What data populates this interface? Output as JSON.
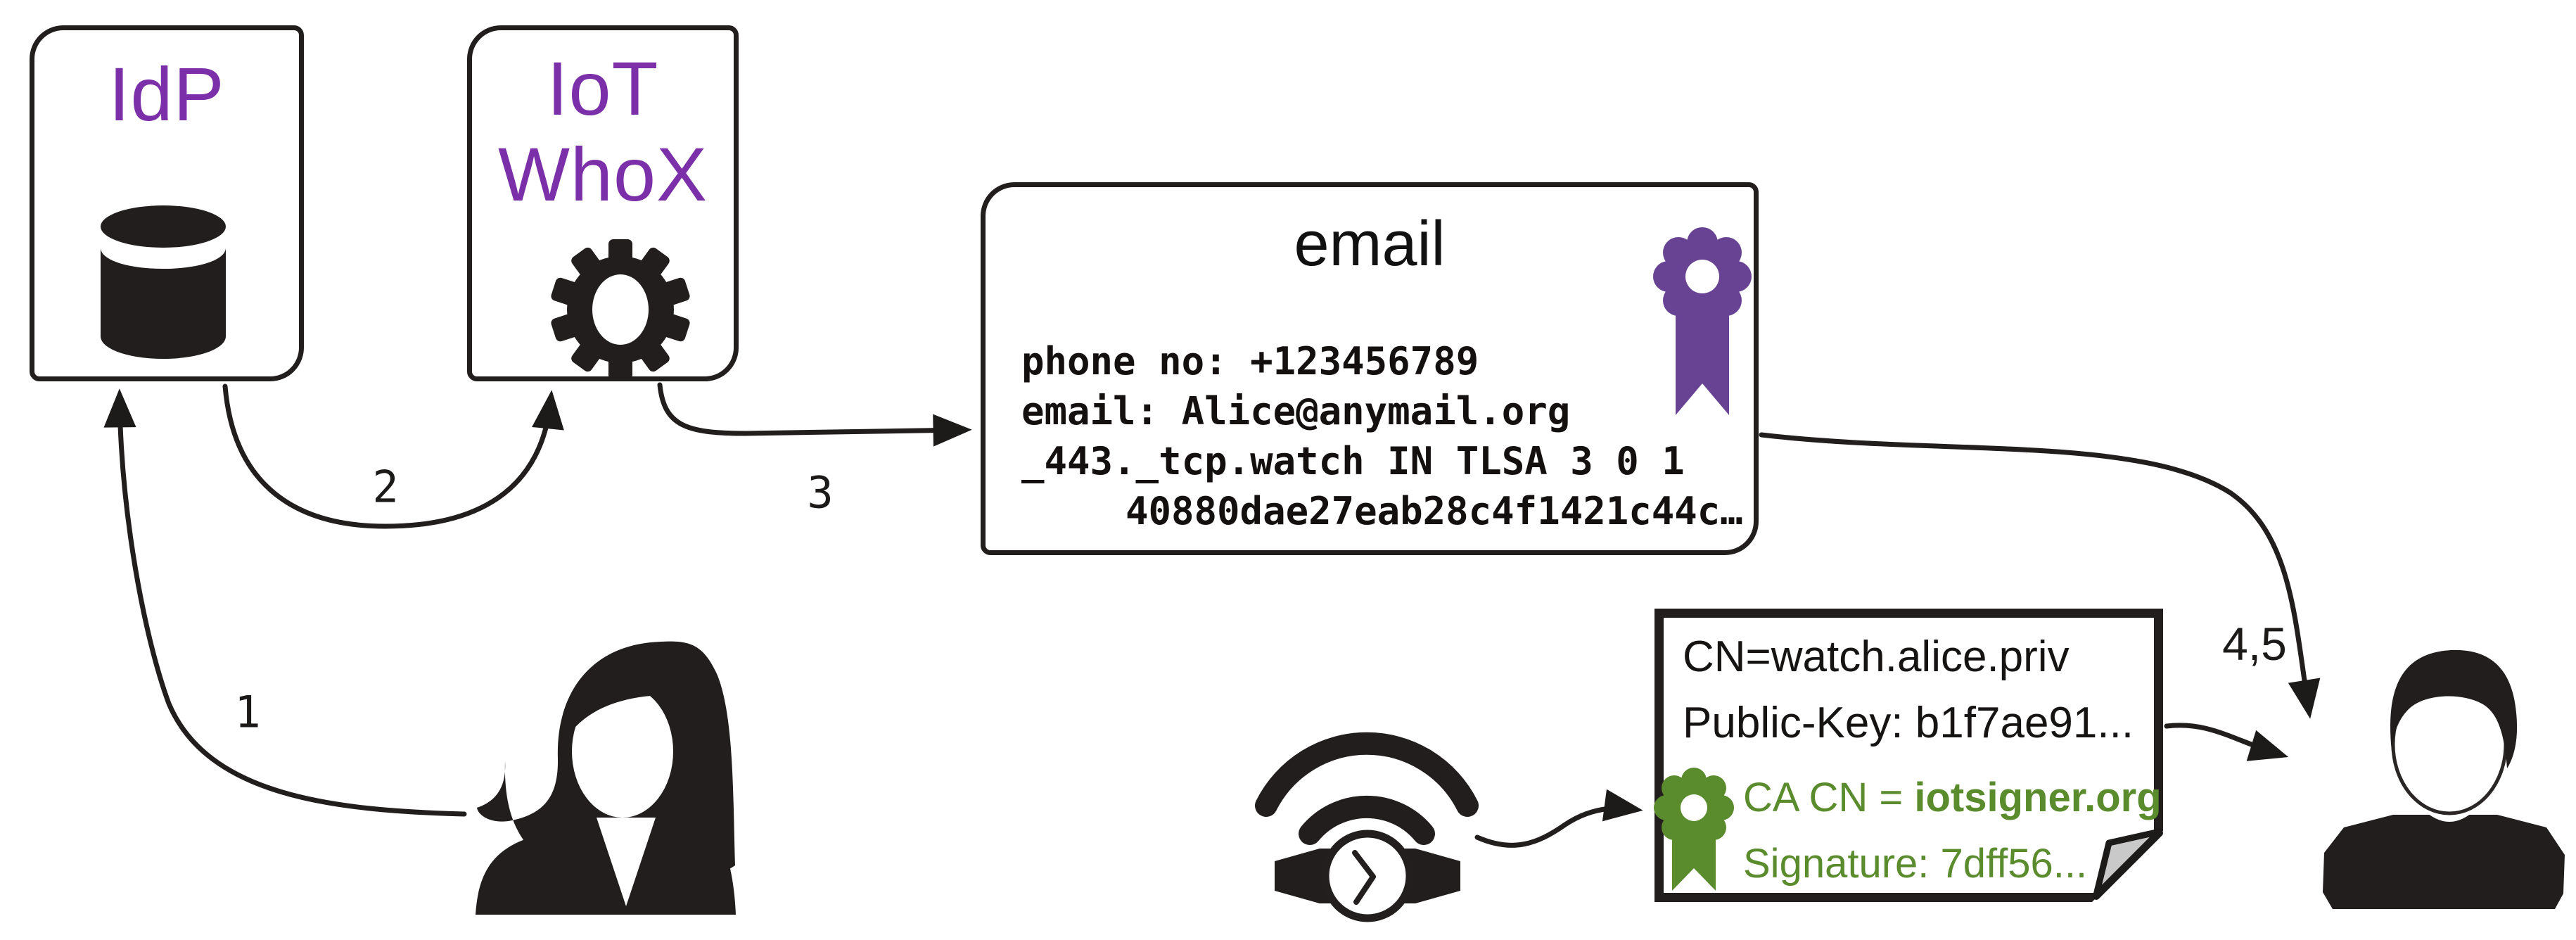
{
  "diagram": {
    "idp_box": {
      "label": "IdP",
      "icon": "database-icon"
    },
    "iot_box": {
      "label_line1": "IoT",
      "label_line2": "WhoX",
      "icon": "gear-icon"
    },
    "email_cert": {
      "title": "email",
      "icon": "award-ribbon-icon",
      "lines": [
        "phone no: +123456789",
        "email: Alice@anymail.org",
        "_443._tcp.watch IN TLSA 3 0 1",
        "40880dae27eab28c4f1421c44c…"
      ]
    },
    "device_cert": {
      "cn": "CN=watch.alice.priv",
      "public_key": "Public-Key: b1f7ae91...",
      "ca_prefix": "CA CN = ",
      "ca_name": "iotsigner.org",
      "signature": "Signature: 7dff56...",
      "icon": "award-ribbon-icon",
      "corner": "folded-page-corner"
    },
    "step_labels": {
      "step1": "1",
      "step2": "2",
      "step3": "3",
      "step45": "4,5"
    },
    "actors": {
      "alice": "woman-avatar",
      "bob": "man-avatar",
      "device": "smartwatch-wifi-icon"
    },
    "colors": {
      "purple_text": "#7B2FA9",
      "rosette_purple": "#684394",
      "green": "#5A8B2C",
      "ink": "#221E1E",
      "paper": "#FFFFFF",
      "fold_gray": "#C9C9C9"
    }
  }
}
